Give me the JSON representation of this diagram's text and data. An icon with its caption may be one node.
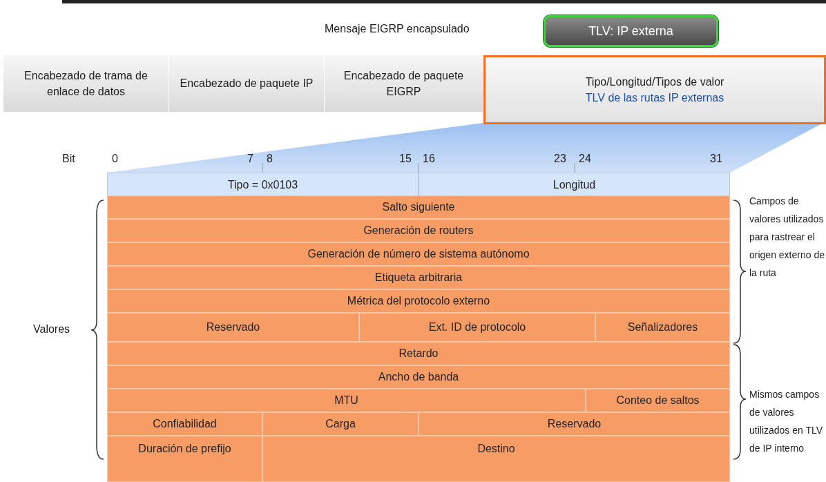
{
  "diagram": {
    "nodes": [
      {
        "text": [
          "TLV: IP externa"
        ]
      },
      {
        "text": [
          "Encabezado de trama de enlace de datos"
        ]
      },
      {
        "text": [
          "Encabezado de paquete IP"
        ]
      },
      {
        "text": [
          "Encabezado de paquete EIGRP"
        ]
      },
      {
        "text": [
          "Tipo/Longitud/Tipos de valor",
          "TLV de las rutas IP externas"
        ]
      },
      {
        "text": [
          "Tipo = 0x0103"
        ]
      },
      {
        "text": [
          "Longitud"
        ]
      },
      {
        "text": [
          "Salto siguiente"
        ]
      },
      {
        "text": [
          "Generación de routers"
        ]
      },
      {
        "text": [
          "Generación de número de sistema autónomo"
        ]
      },
      {
        "text": [
          "Etiqueta arbitraria"
        ]
      },
      {
        "text": [
          "Métrica del protocolo externo"
        ]
      },
      {
        "text": [
          "Reservado"
        ]
      },
      {
        "text": [
          "Ext. ID de protocolo"
        ]
      },
      {
        "text": [
          "Señalizadores"
        ]
      },
      {
        "text": [
          "Retardo"
        ]
      },
      {
        "text": [
          "Ancho de banda"
        ]
      },
      {
        "text": [
          "MTU"
        ]
      },
      {
        "text": [
          "Conteo de saltos"
        ]
      },
      {
        "text": [
          "Confiabilidad"
        ]
      },
      {
        "text": [
          "Carga"
        ]
      },
      {
        "text": [
          "Reservado"
        ]
      },
      {
        "text": [
          "Duración de prefijo"
        ]
      },
      {
        "text": [
          "Destino"
        ]
      }
    ],
    "edges": [],
    "labels": [
      "Mensaje EIGRP encapsulado",
      "Bit",
      "0",
      "7",
      "8",
      "15",
      "16",
      "23",
      "24",
      "31",
      "Valores",
      "Campos de valores utilizados para rastrear el origen externo de la ruta",
      "Mismos campos de valores utilizados en TLV de IP interno"
    ]
  }
}
